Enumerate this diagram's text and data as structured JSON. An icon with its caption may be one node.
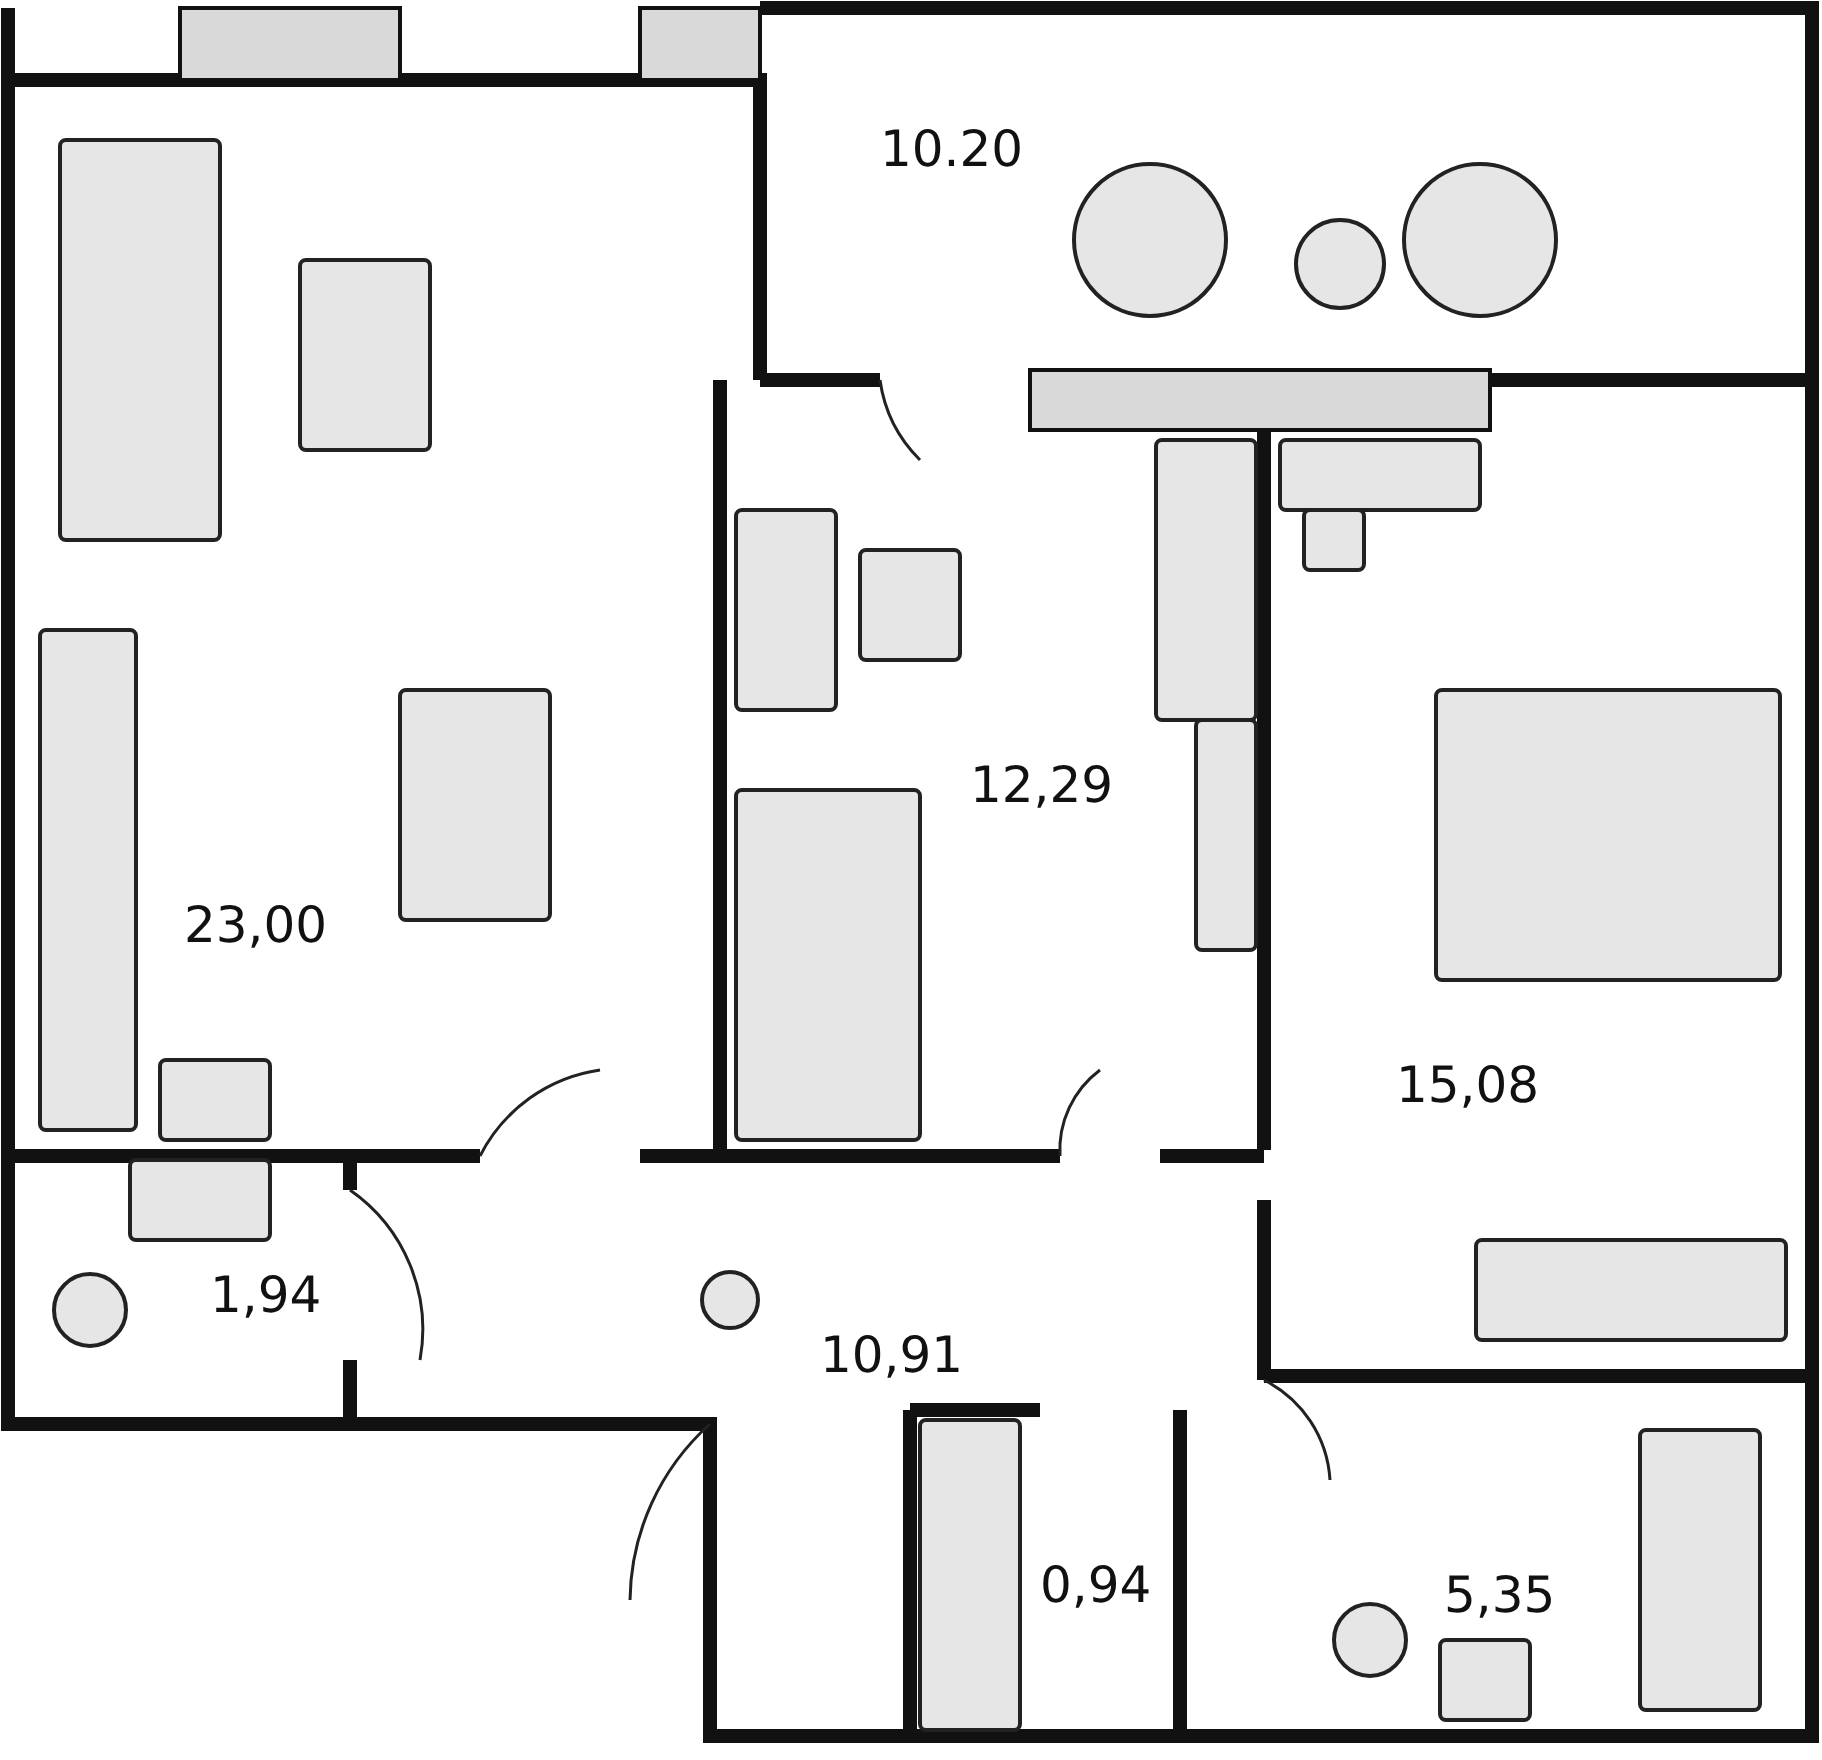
{
  "diagram": {
    "labels": [
      "10.20",
      "23,00",
      "12,29",
      "15,08",
      "1,94",
      "10,91",
      "0,94",
      "5,35"
    ]
  }
}
